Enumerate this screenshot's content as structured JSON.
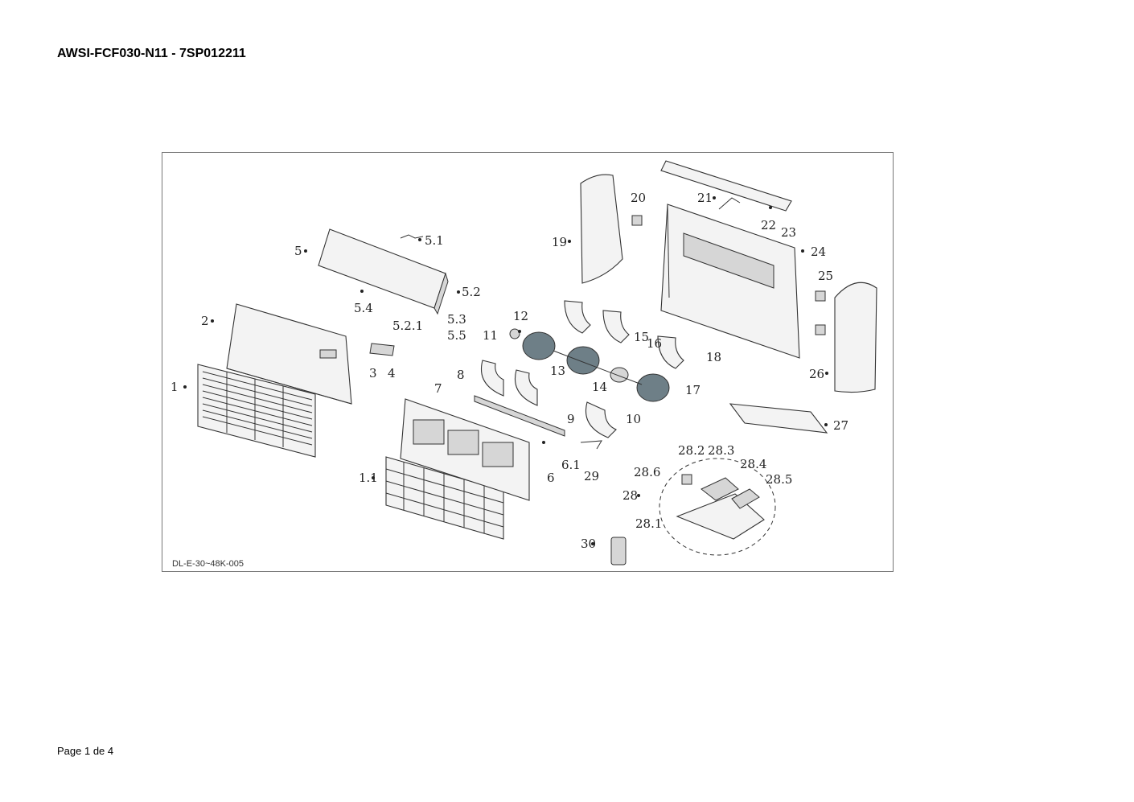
{
  "document": {
    "title": "AWSI-FCF030-N11 - 7SP012211",
    "footer": "Page 1 de 4"
  },
  "diagram": {
    "drawing_code": "DL-E-30~48K-005",
    "callouts": [
      "1",
      "1.1",
      "2",
      "3",
      "4",
      "5",
      "5.1",
      "5.2",
      "5.2.1",
      "5.3",
      "5.4",
      "5.5",
      "6",
      "6.1",
      "7",
      "8",
      "9",
      "10",
      "11",
      "12",
      "13",
      "14",
      "15",
      "16",
      "17",
      "18",
      "19",
      "20",
      "21",
      "22",
      "23",
      "24",
      "25",
      "26",
      "27",
      "28",
      "28.1",
      "28.2",
      "28.3",
      "28.4",
      "28.5",
      "28.6",
      "29",
      "30"
    ]
  }
}
